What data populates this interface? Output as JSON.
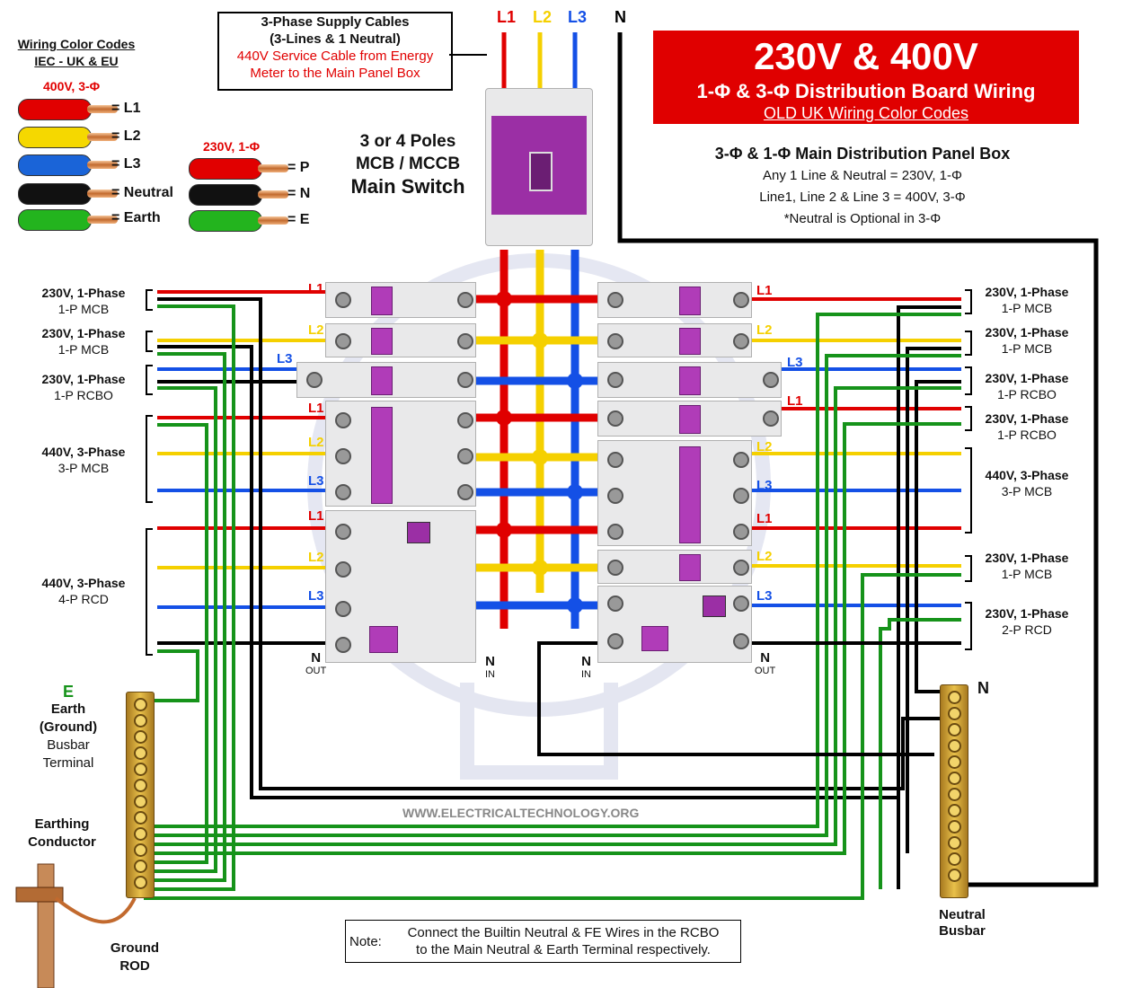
{
  "title": {
    "main": "230V & 400V",
    "sub": "1-Φ & 3-Φ Distribution Board Wiring",
    "note": "OLD UK Wiring Color Codes"
  },
  "panel_info": {
    "heading": "3-Φ & 1-Φ Main Distribution Panel Box",
    "line1": "Any 1 Line & Neutral = 230V, 1-Φ",
    "line2": "Line1, Line 2 & Line 3 = 400V, 3-Φ",
    "line3": "*Neutral is Optional in 3-Φ"
  },
  "supply": {
    "title1": "3-Phase Supply Cables",
    "title2": "(3-Lines & 1 Neutral)",
    "desc1": "440V Service Cable from Energy",
    "desc2": "Meter to the Main Panel Box",
    "labels": [
      "L1",
      "L2",
      "L3",
      "N"
    ]
  },
  "main_switch": {
    "line1": "3 or 4 Poles",
    "line2": "MCB / MCCB",
    "line3": "Main Switch"
  },
  "legend": {
    "title1": "Wiring Color Codes",
    "title2": "IEC - UK & EU",
    "three_phase_title": "400V, 3-Φ",
    "single_phase_title": "230V, 1-Φ",
    "three_phase": [
      {
        "label": "= L1",
        "color": "#e10000"
      },
      {
        "label": "= L2",
        "color": "#f5d800"
      },
      {
        "label": "= L3",
        "color": "#1a64d8"
      },
      {
        "label": "= Neutral",
        "color": "#111111"
      },
      {
        "label": "= Earth",
        "color": "#23b41e"
      }
    ],
    "single_phase": [
      {
        "label": "= P",
        "color": "#e10000"
      },
      {
        "label": "= N",
        "color": "#111111"
      },
      {
        "label": "= E",
        "color": "#23b41e"
      }
    ]
  },
  "colors": {
    "L1": "#e00000",
    "L2": "#f5d000",
    "L3": "#1450e6",
    "N": "#000000",
    "E": "#16931a"
  },
  "left_circuits": [
    {
      "title": "230V, 1-Phase",
      "type": "1-P MCB"
    },
    {
      "title": "230V, 1-Phase",
      "type": "1-P MCB"
    },
    {
      "title": "230V, 1-Phase",
      "type": "1-P  RCBO"
    },
    {
      "title": "440V, 3-Phase",
      "type": "3-P MCB"
    },
    {
      "title": "440V, 3-Phase",
      "type": "4-P RCD"
    }
  ],
  "right_circuits": [
    {
      "title": "230V, 1-Phase",
      "type": "1-P MCB"
    },
    {
      "title": "230V, 1-Phase",
      "type": "1-P MCB"
    },
    {
      "title": "230V, 1-Phase",
      "type": "1-P  RCBO"
    },
    {
      "title": "230V, 1-Phase",
      "type": "1-P RCBO"
    },
    {
      "title": "440V, 3-Phase",
      "type": "3-P MCB"
    },
    {
      "title": "230V, 1-Phase",
      "type": "1-P MCB"
    },
    {
      "title": "230V, 1-Phase",
      "type": "2-P RCD"
    }
  ],
  "wire_labels": {
    "left": [
      "L1",
      "L2",
      "L3",
      "L1",
      "L2",
      "L3",
      "L1",
      "L2",
      "L3"
    ],
    "right": [
      "L1",
      "L2",
      "L3",
      "L1",
      "L2",
      "L3",
      "L1",
      "L2",
      "L3"
    ],
    "n_out": "N",
    "out": "OUT",
    "n_in": "N",
    "in": "IN"
  },
  "earth": {
    "e": "E",
    "line1": "Earth",
    "line2": "(Ground)",
    "line3": "Busbar",
    "line4": "Terminal",
    "conductor1": "Earthing",
    "conductor2": "Conductor",
    "rod1": "Ground",
    "rod2": "ROD"
  },
  "neutral_busbar": {
    "n": "N",
    "line1": "Neutral",
    "line2": "Busbar"
  },
  "watermark": "WWW.ELECTRICALTECHNOLOGY.ORG",
  "note": {
    "label": "Note:",
    "line1": "Connect the Builtin Neutral & FE Wires in the RCBO",
    "line2": "to the Main Neutral & Earth Terminal respectively."
  }
}
